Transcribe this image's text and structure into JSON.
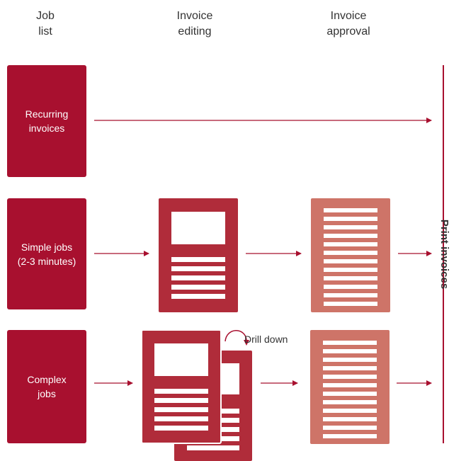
{
  "columns": {
    "job_list": "Job\nlist",
    "invoice_editing": "Invoice\nediting",
    "invoice_approval": "Invoice\napproval"
  },
  "rows": {
    "recurring": "Recurring\ninvoices",
    "simple": "Simple jobs\n(2-3 minutes)",
    "complex": "Complex\njobs"
  },
  "print_label": "Print invoices",
  "drill_label": "Drill down",
  "colors": {
    "dark_red": "#a8102f",
    "editing_doc": "#b02c3a",
    "approval_doc": "#ce7468",
    "text": "#333333"
  }
}
